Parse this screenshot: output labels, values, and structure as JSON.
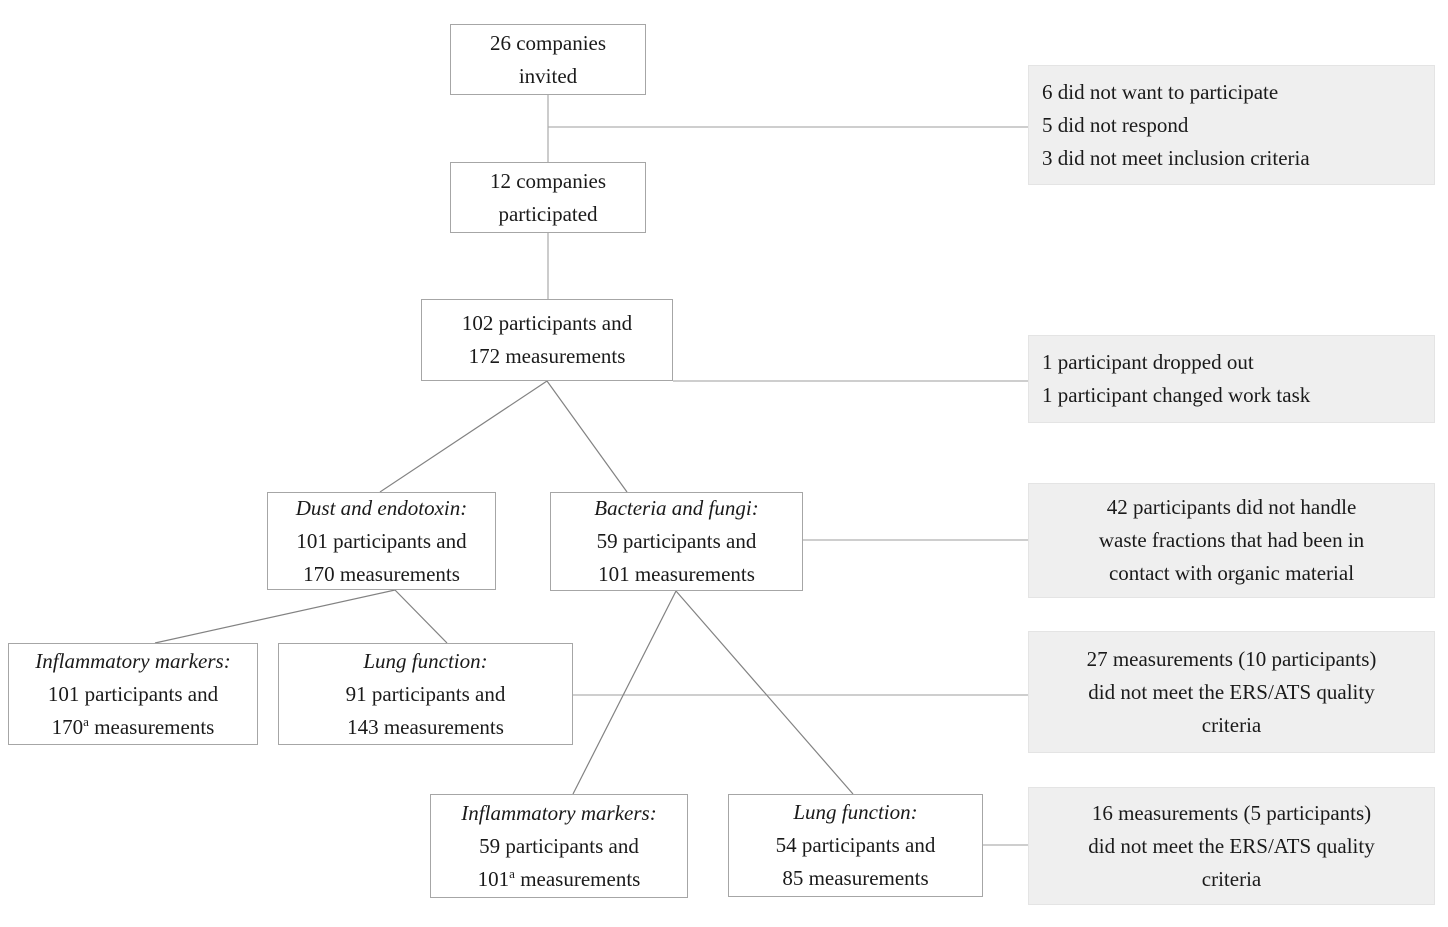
{
  "flow": {
    "invited": {
      "lines": [
        "26 companies",
        "invited"
      ]
    },
    "participated": {
      "lines": [
        "12 companies",
        "participated"
      ]
    },
    "enrolled": {
      "lines": [
        "102 participants and",
        "172 measurements"
      ]
    },
    "dust_endotoxin": {
      "title": "Dust and endotoxin:",
      "lines": [
        "101 participants and",
        "170 measurements"
      ]
    },
    "bacteria_fungi": {
      "title": "Bacteria and fungi:",
      "lines": [
        "59 participants and",
        "101 measurements"
      ]
    },
    "inflammatory_dust": {
      "title": "Inflammatory markers:",
      "line_participants": "101 participants and",
      "meas_value": "170",
      "meas_sup": "a",
      "meas_rest": " measurements"
    },
    "lung_dust": {
      "title": "Lung function:",
      "lines": [
        "91 participants and",
        "143 measurements"
      ]
    },
    "inflammatory_bacteria": {
      "title": "Inflammatory markers:",
      "line_participants": "59 participants and",
      "meas_value": "101",
      "meas_sup": "a",
      "meas_rest": " measurements"
    },
    "lung_bacteria": {
      "title": "Lung function:",
      "lines": [
        "54 participants and",
        "85 measurements"
      ]
    }
  },
  "notes": {
    "invitation_exclusions": {
      "lines": [
        "6 did not want to participate",
        "5 did not respond",
        "3 did not meet inclusion criteria"
      ]
    },
    "participant_exclusions": {
      "lines": [
        "1 participant dropped out",
        "1 participant changed work task"
      ]
    },
    "organic_exclusion": {
      "lines": [
        "42 participants did not handle",
        "waste fractions that had been in",
        "contact with organic material"
      ]
    },
    "quality_dust": {
      "lines": [
        "27 measurements (10 participants)",
        "did not meet the ERS/ATS quality",
        "criteria"
      ]
    },
    "quality_bacteria": {
      "lines": [
        "16 measurements (5 participants)",
        "did not meet the ERS/ATS quality",
        "criteria"
      ]
    }
  },
  "colors": {
    "text": "#1a1a1a",
    "box_border": "#a6a6a6",
    "note_bg": "#efefef",
    "note_border": "#e4e4e4",
    "wire": "#b0b0b0",
    "wire_diag": "#828282"
  }
}
